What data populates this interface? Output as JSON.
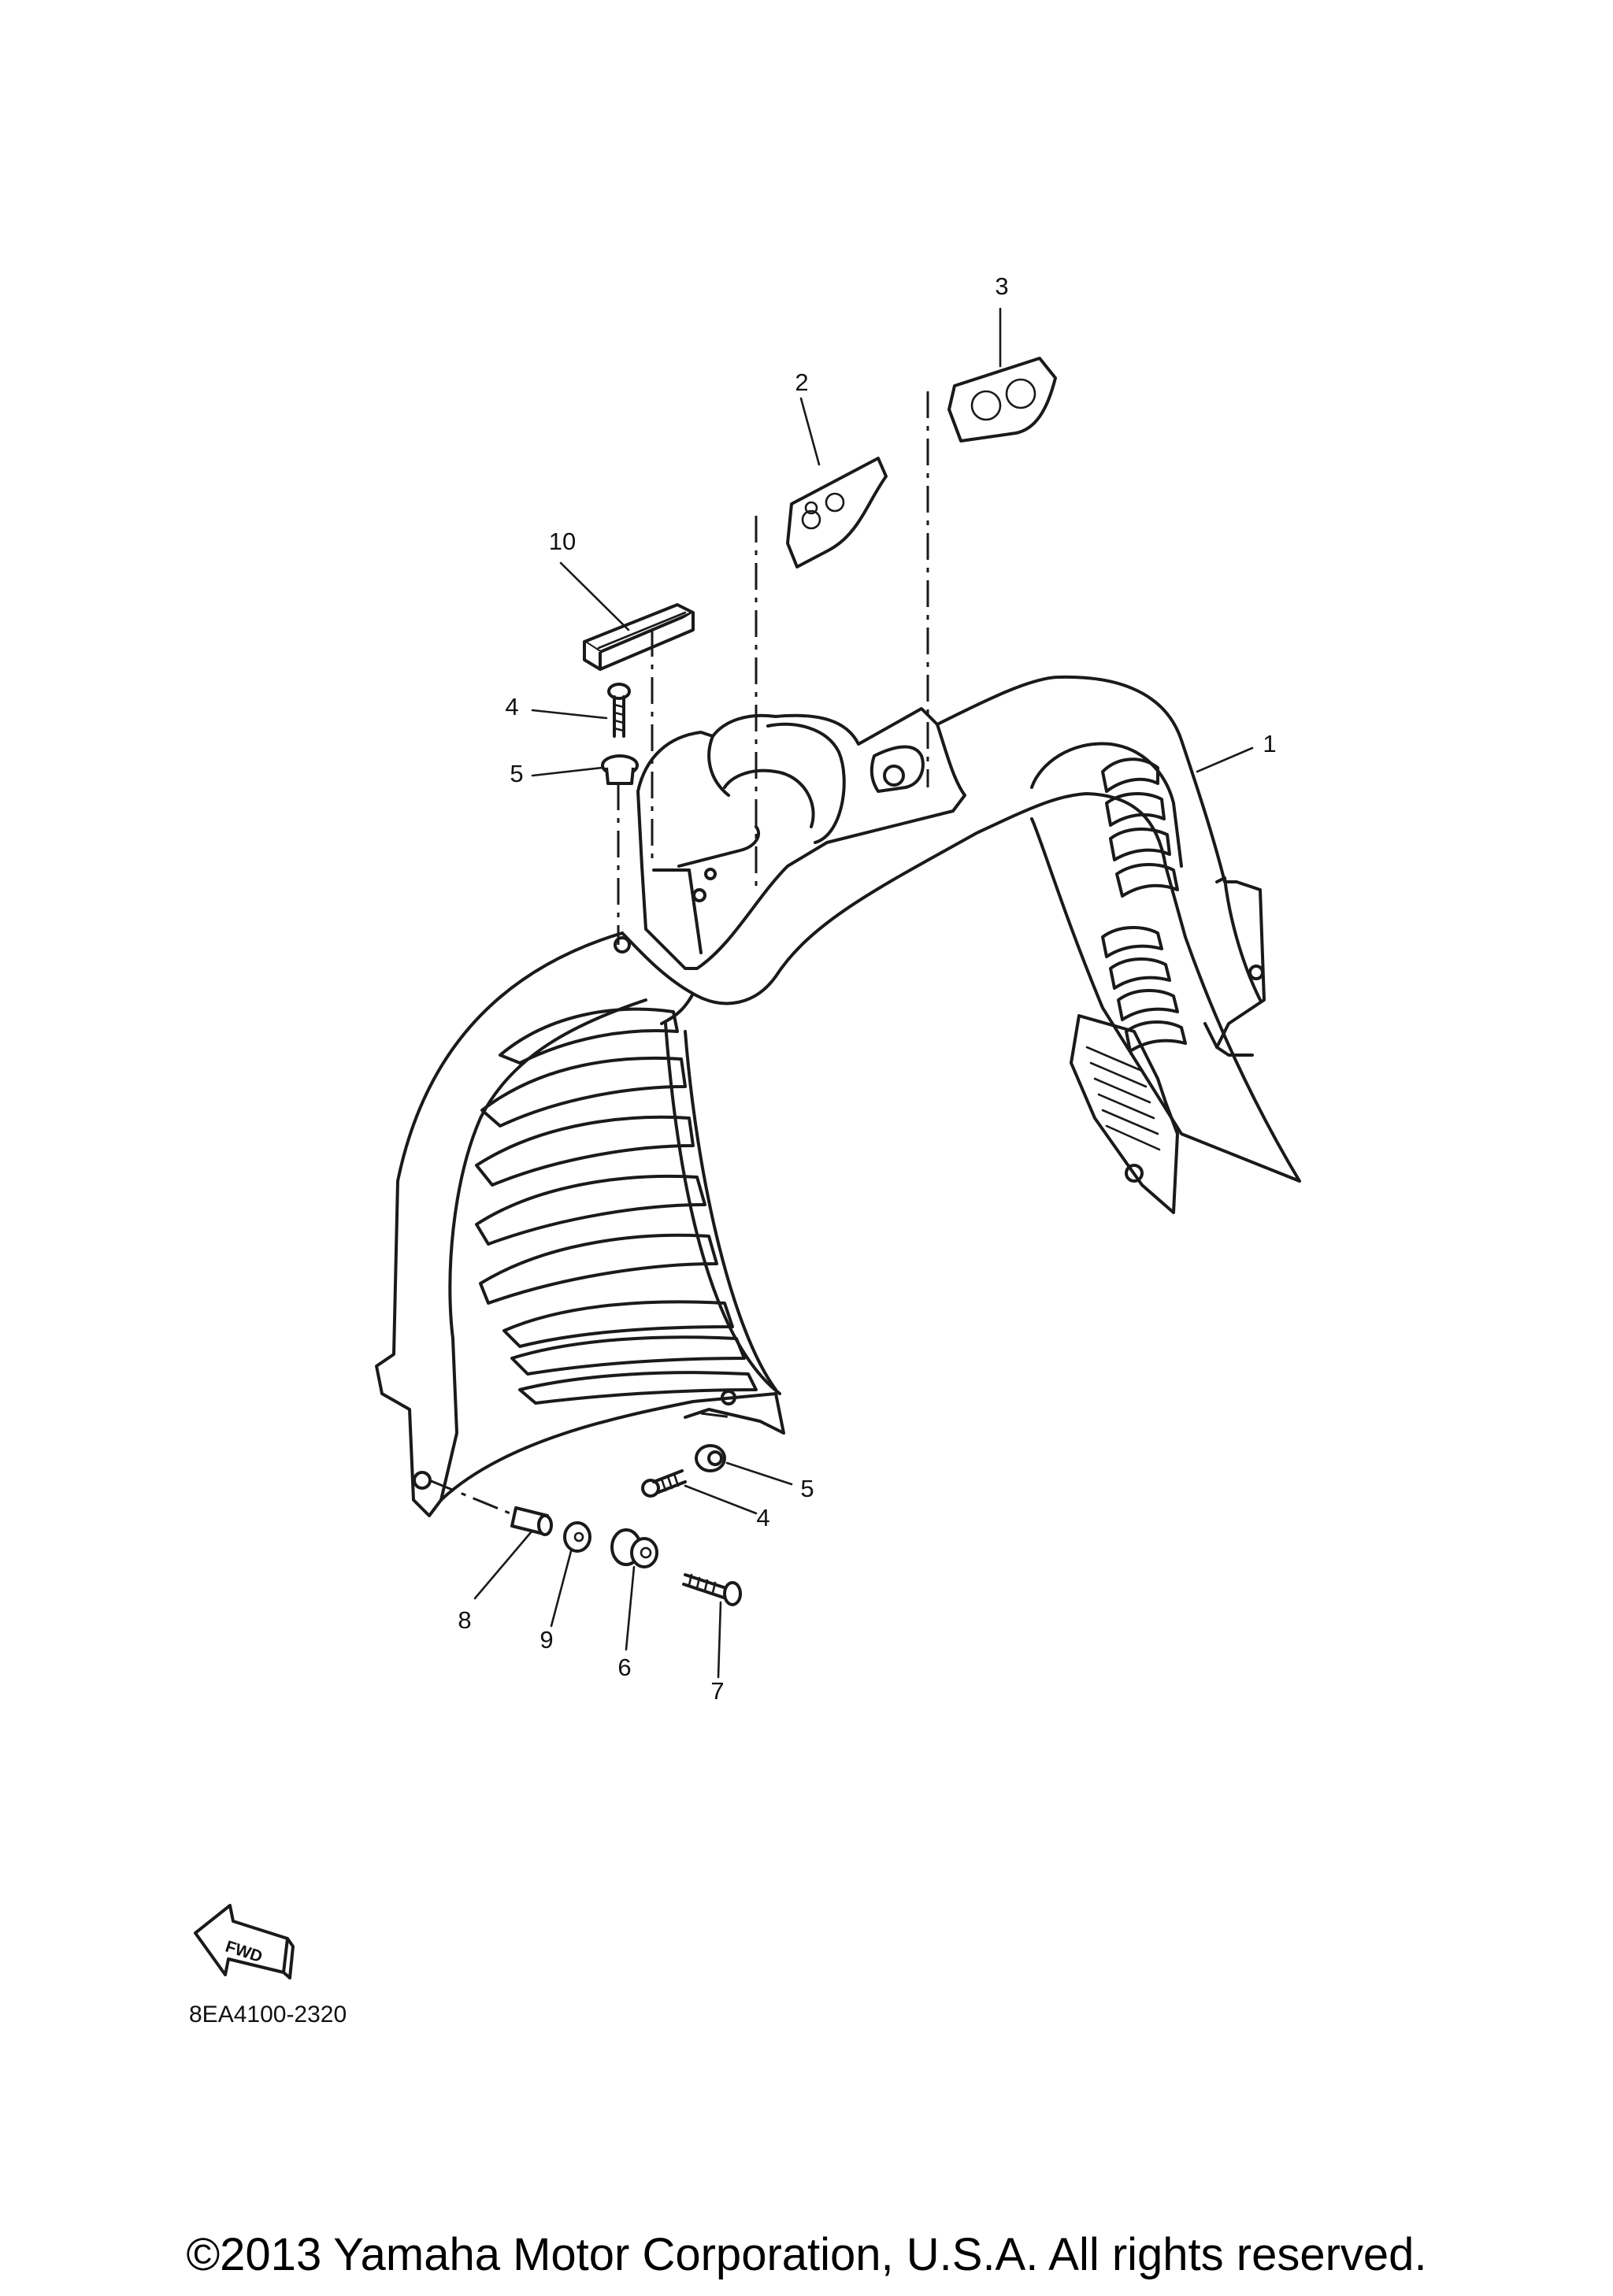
{
  "diagram": {
    "callouts": [
      {
        "id": "c1",
        "label": "1"
      },
      {
        "id": "c2",
        "label": "2"
      },
      {
        "id": "c3",
        "label": "3"
      },
      {
        "id": "c4a",
        "label": "4"
      },
      {
        "id": "c5a",
        "label": "5"
      },
      {
        "id": "c10",
        "label": "10"
      },
      {
        "id": "c5b",
        "label": "5"
      },
      {
        "id": "c4b",
        "label": "4"
      },
      {
        "id": "c8",
        "label": "8"
      },
      {
        "id": "c9",
        "label": "9"
      },
      {
        "id": "c6",
        "label": "6"
      },
      {
        "id": "c7",
        "label": "7"
      }
    ],
    "fwd_label": "FWD",
    "part_code": "8EA4100-2320"
  },
  "footer": {
    "copyright": "©2013 Yamaha Motor Corporation, U.S.A. All rights reserved."
  }
}
